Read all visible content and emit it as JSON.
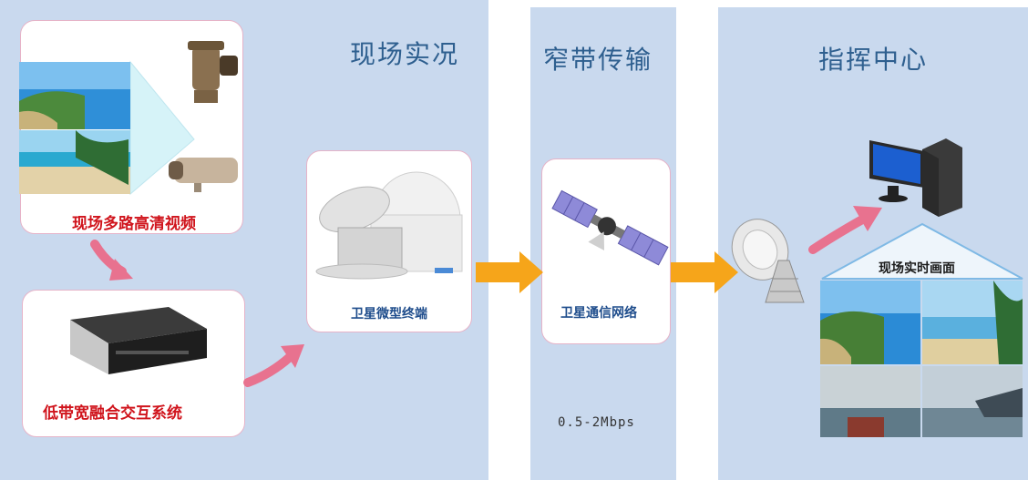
{
  "sections": {
    "scene": "现场实况",
    "transport": "窄带传输",
    "command": "指挥中心"
  },
  "cards": {
    "video": "现场多路高清视频",
    "fusion": "低带宽融合交互系统",
    "terminal": "卫星微型终端",
    "network": "卫星通信网络"
  },
  "bandwidth": "0.5-2Mbps",
  "command_screen_label": "现场实时画面",
  "colors": {
    "panel_bg": "#c9d9ee",
    "title_blue": "#2e5f8f",
    "label_red": "#d0141c",
    "label_blue": "#1f4d8c",
    "arrow_orange": "#f6a51a",
    "arrow_pink": "#e8728f",
    "card_border": "#e6b3c8"
  }
}
